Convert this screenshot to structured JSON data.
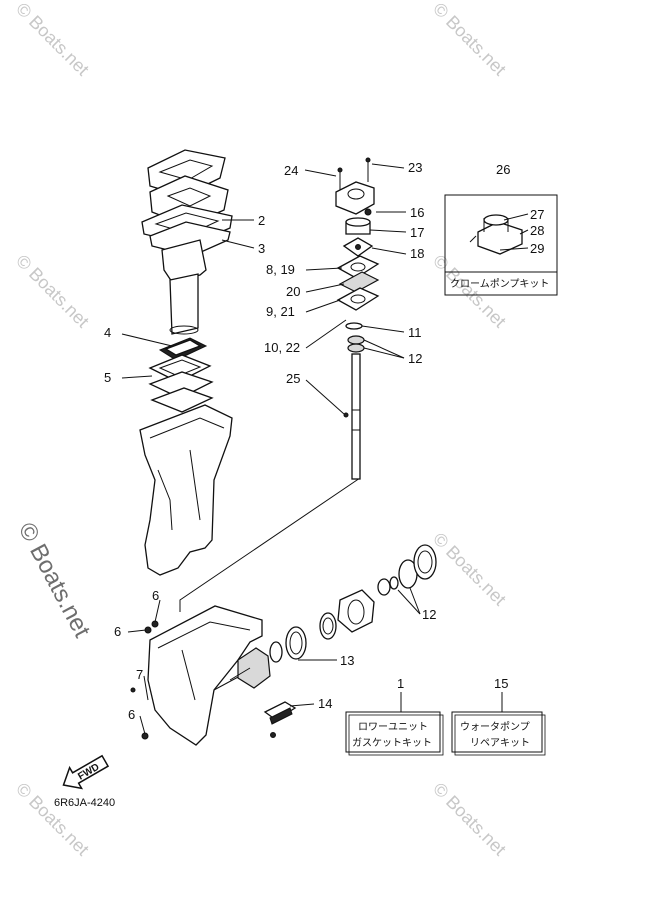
{
  "watermark": "© Boats.net",
  "diagram_code": "6R6JA-4240",
  "fwd_label": "FWD",
  "callouts": {
    "c1": "1",
    "c2": "2",
    "c3": "3",
    "c4": "4",
    "c5": "5",
    "c6a": "6",
    "c6b": "6",
    "c6c": "6",
    "c7": "7",
    "c8_19": "8, 19",
    "c9_21": "9, 21",
    "c10_22": "10, 22",
    "c11": "11",
    "c12a": "12",
    "c12b": "12",
    "c13": "13",
    "c14": "14",
    "c15": "15",
    "c16": "16",
    "c17": "17",
    "c18": "18",
    "c20": "20",
    "c23": "23",
    "c24": "24",
    "c25": "25",
    "c26": "26",
    "c27": "27",
    "c28": "28",
    "c29": "29"
  },
  "kits": {
    "chrome_pump_kit": "クロームポンプキット",
    "lower_unit_gasket_kit_line1": "ロワーユニット",
    "lower_unit_gasket_kit_line2": "ガスケットキット",
    "water_pump_repair_kit_line1": "ウォータポンプ",
    "water_pump_repair_kit_line2": "リペアキット"
  }
}
